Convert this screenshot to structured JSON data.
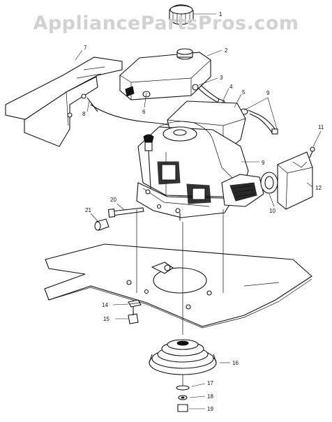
{
  "watermark": "AppliancePartsPros.com",
  "callouts": [
    {
      "id": "c1",
      "label": "1"
    },
    {
      "id": "c2",
      "label": "2"
    },
    {
      "id": "c3",
      "label": "3"
    },
    {
      "id": "c4",
      "label": "4"
    },
    {
      "id": "c5",
      "label": "5"
    },
    {
      "id": "c6",
      "label": "6"
    },
    {
      "id": "c7",
      "label": "7"
    },
    {
      "id": "c8",
      "label": "8"
    },
    {
      "id": "c9a",
      "label": "9"
    },
    {
      "id": "c9b",
      "label": "9"
    },
    {
      "id": "c10",
      "label": "10"
    },
    {
      "id": "c11",
      "label": "11"
    },
    {
      "id": "c12",
      "label": "12"
    },
    {
      "id": "c14",
      "label": "14"
    },
    {
      "id": "c15",
      "label": "15"
    },
    {
      "id": "c16",
      "label": "16"
    },
    {
      "id": "c17",
      "label": "17"
    },
    {
      "id": "c18",
      "label": "18"
    },
    {
      "id": "c19",
      "label": "19"
    },
    {
      "id": "c20",
      "label": "20"
    },
    {
      "id": "c21",
      "label": "21"
    }
  ]
}
